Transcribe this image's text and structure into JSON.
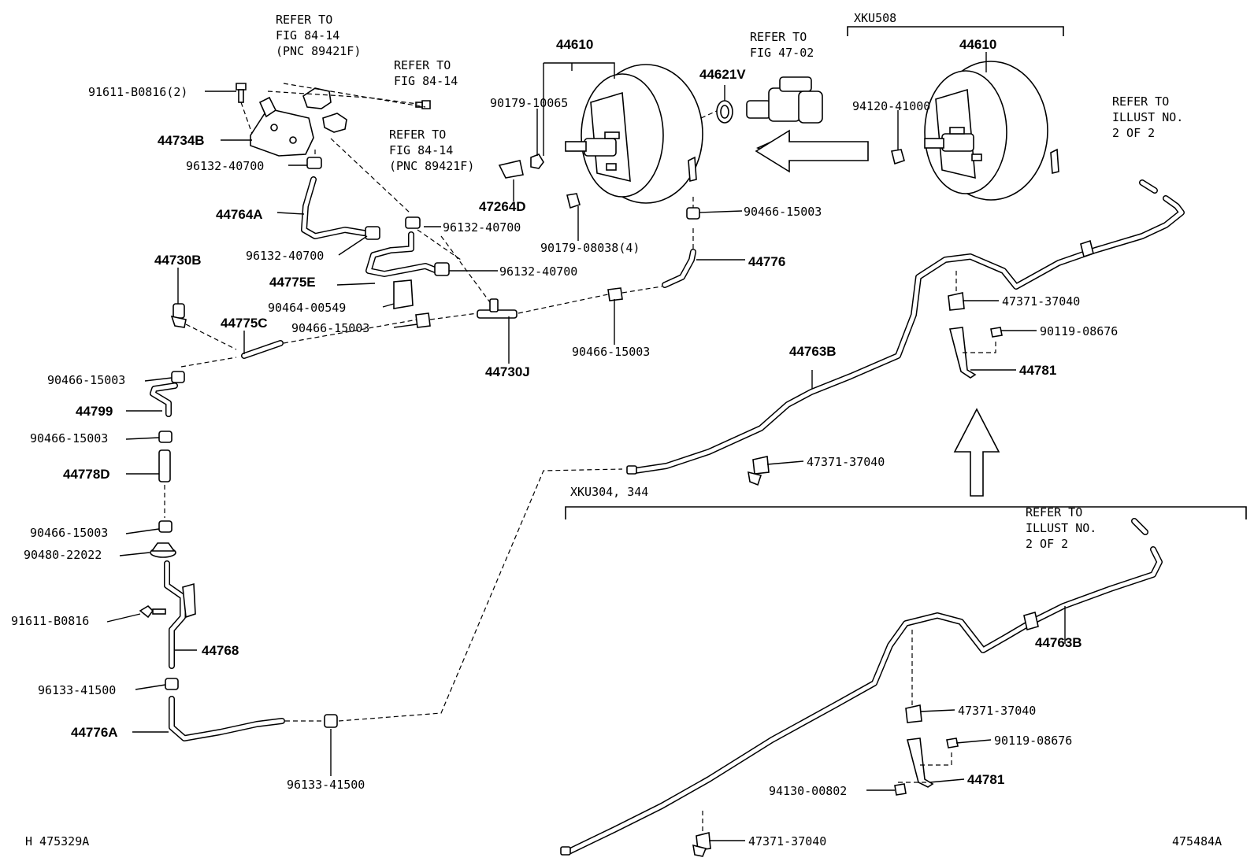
{
  "diagram": {
    "refs": {
      "ref_fig_84_14_pnc_a": [
        "REFER TO",
        "FIG 84-14",
        "(PNC 89421F)"
      ],
      "ref_fig_84_14_b": [
        "REFER TO",
        "FIG 84-14"
      ],
      "ref_fig_84_14_pnc_c": [
        "REFER TO",
        "FIG 84-14",
        "(PNC 89421F)"
      ],
      "ref_fig_47_02": [
        "REFER TO",
        "FIG 47-02"
      ],
      "ref_illust_top": [
        "REFER TO",
        "ILLUST NO.",
        "2 OF 2"
      ],
      "ref_illust_bottom": [
        "REFER TO",
        "ILLUST NO.",
        "2 OF 2"
      ]
    },
    "variants": {
      "top": "XKU508",
      "bottom": "XKU304, 344"
    },
    "labels": {
      "l_91611_b0816_2": "91611-B0816(2)",
      "l_44734b": "44734B",
      "l_96132_40700_a": "96132-40700",
      "l_44764a": "44764A",
      "l_96132_40700_b": "96132-40700",
      "l_96132_40700_c": "96132-40700",
      "l_96132_40700_d": "96132-40700",
      "l_44730b": "44730B",
      "l_44775e": "44775E",
      "l_90464_00549": "90464-00549",
      "l_90466_15003_a": "90466-15003",
      "l_44775c": "44775C",
      "l_44730j": "44730J",
      "l_90466_15003_b": "90466-15003",
      "l_44799": "44799",
      "l_90466_15003_c": "90466-15003",
      "l_44778d": "44778D",
      "l_90466_15003_d": "90466-15003",
      "l_90480_22022": "90480-22022",
      "l_91611_b0816": "91611-B0816",
      "l_44768": "44768",
      "l_96133_41500_a": "96133-41500",
      "l_44776a": "44776A",
      "l_96133_41500_b": "96133-41500",
      "l_44610_a": "44610",
      "l_90179_10065": "90179-10065",
      "l_47264d": "47264D",
      "l_90179_08038_4": "90179-08038(4)",
      "l_44621v": "44621V",
      "l_90466_15003_e": "90466-15003",
      "l_44776": "44776",
      "l_90466_15003_f": "90466-15003",
      "l_44610_b": "44610",
      "l_94120_41000": "94120-41000",
      "l_47371_37040_a": "47371-37040",
      "l_90119_08676_a": "90119-08676",
      "l_44781_a": "44781",
      "l_44763b_a": "44763B",
      "l_47371_37040_b": "47371-37040",
      "l_44763b_b": "44763B",
      "l_47371_37040_c": "47371-37040",
      "l_90119_08676_b": "90119-08676",
      "l_94130_00802": "94130-00802",
      "l_44781_b": "44781",
      "l_47371_37040_d": "47371-37040"
    },
    "footer": {
      "left_code": "H 475329A",
      "right_code": "475484A"
    }
  }
}
